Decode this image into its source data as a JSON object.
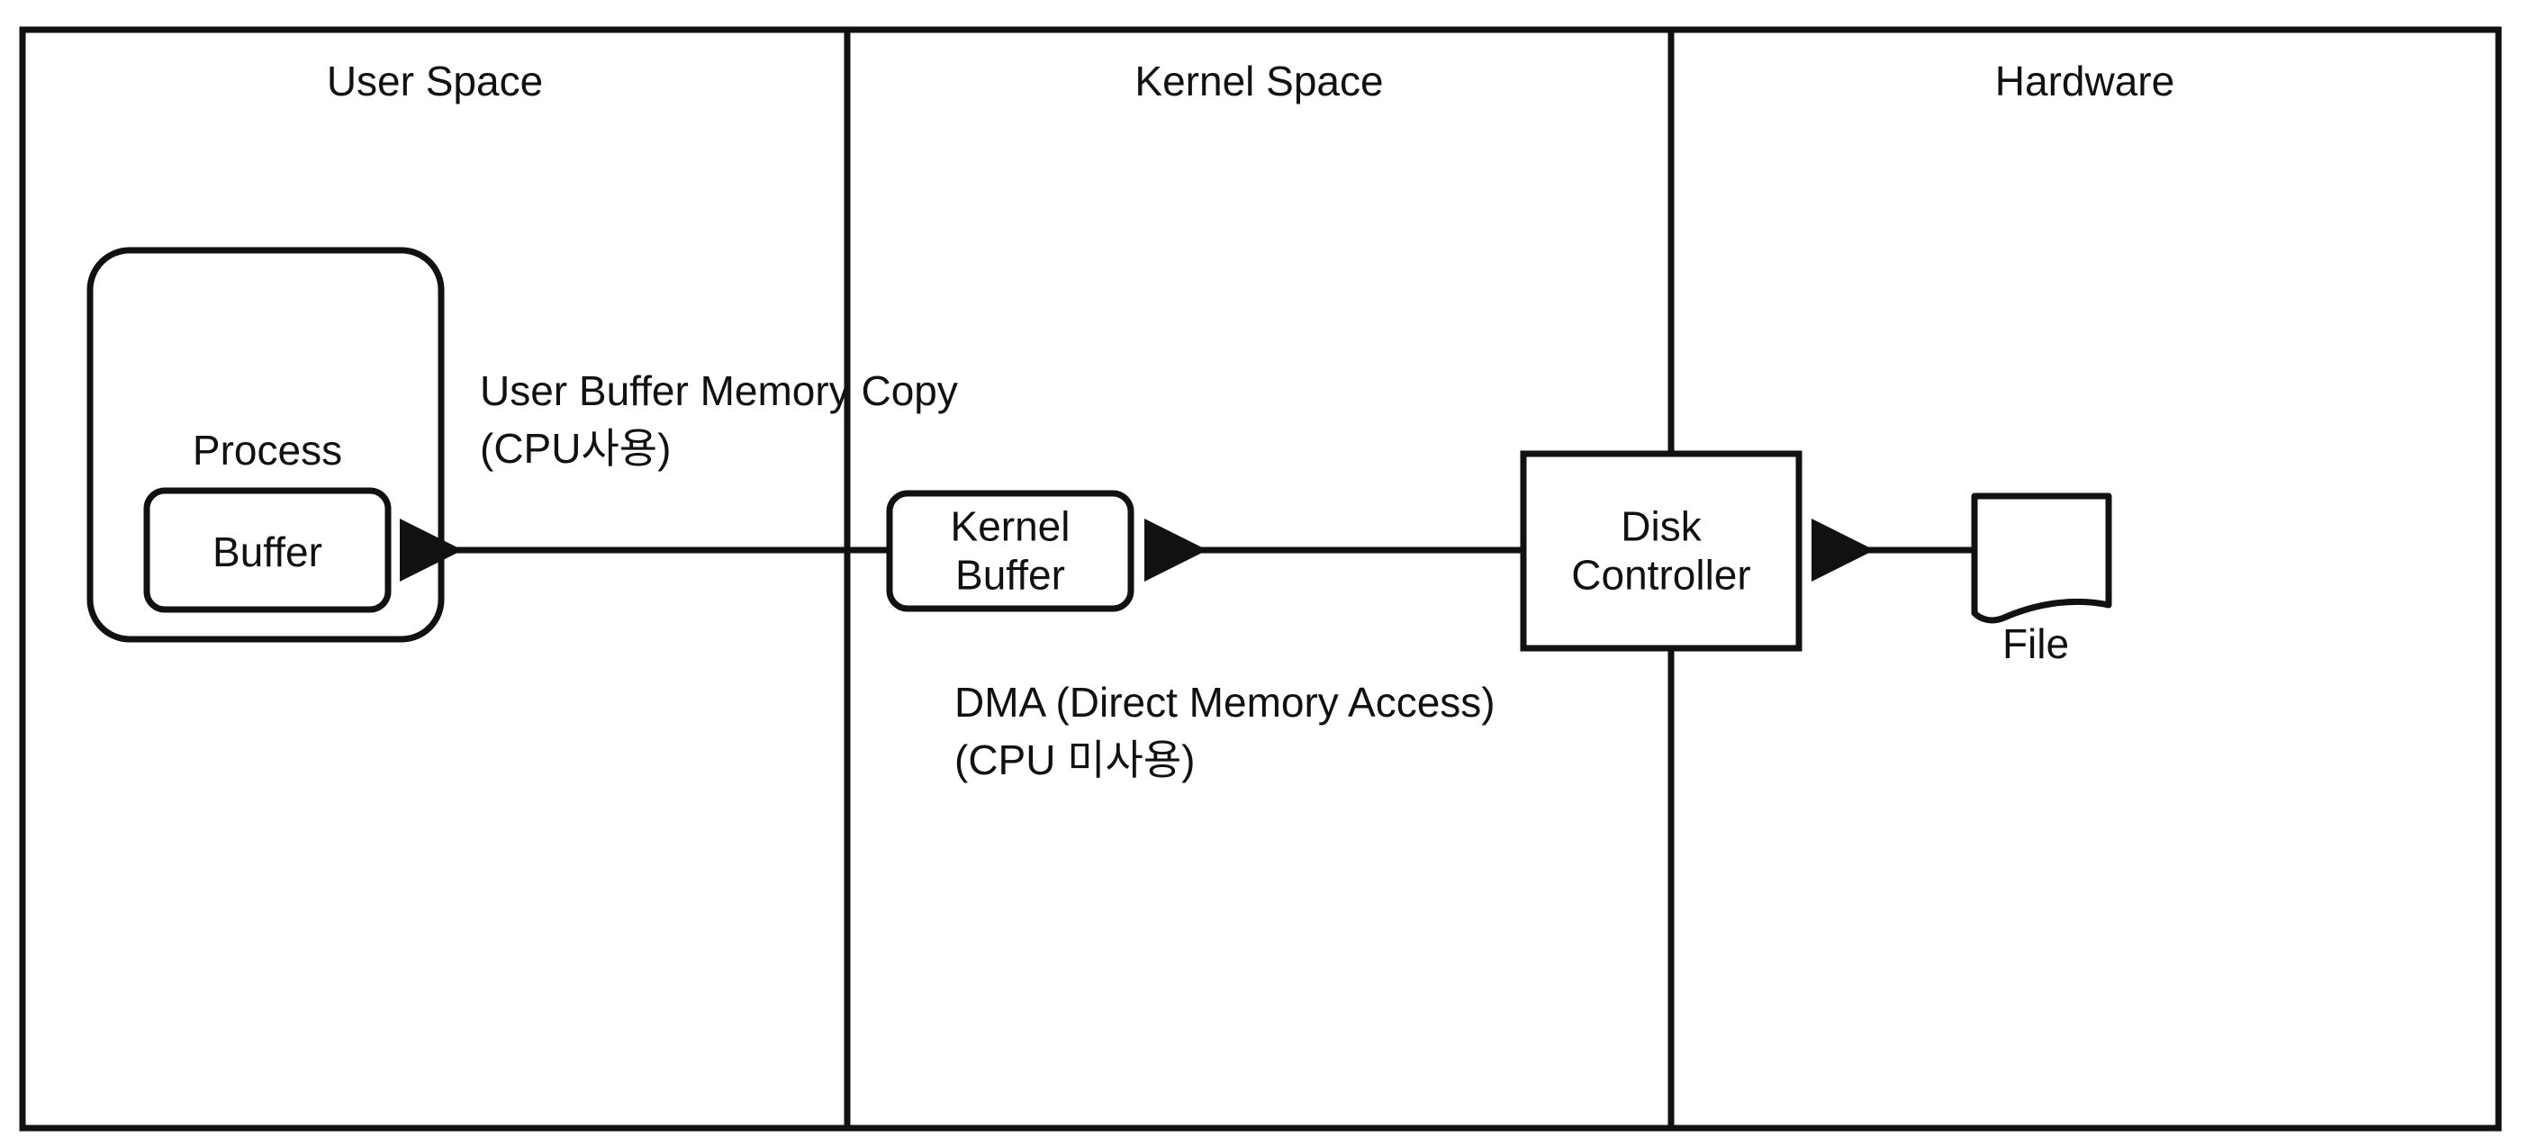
{
  "diagram": {
    "type": "layered-architecture",
    "title": "Disk read path: DMA to kernel buffer, CPU copy to user buffer",
    "colors": {
      "stroke": "#111111",
      "fill": "#ffffff",
      "text": "#111111"
    },
    "zones": [
      {
        "id": "user-space",
        "label": "User Space"
      },
      {
        "id": "kernel-space",
        "label": "Kernel Space"
      },
      {
        "id": "hardware",
        "label": "Hardware"
      }
    ],
    "nodes": [
      {
        "id": "process",
        "label": "Process",
        "shape": "rounded-rect",
        "zone": "user-space"
      },
      {
        "id": "user-buffer",
        "label": "Buffer",
        "shape": "rounded-rect",
        "zone": "user-space"
      },
      {
        "id": "kernel-buffer",
        "label_line1": "Kernel",
        "label_line2": "Buffer",
        "shape": "rounded-rect",
        "zone": "kernel-space"
      },
      {
        "id": "disk-controller",
        "label_line1": "Disk",
        "label_line2": "Controller",
        "shape": "rect",
        "zone": "kernel-space|hardware"
      },
      {
        "id": "file",
        "label": "File",
        "shape": "document",
        "zone": "hardware"
      }
    ],
    "edges": [
      {
        "id": "kernel-to-user",
        "from": "kernel-buffer",
        "to": "user-buffer",
        "direction": "left",
        "label_line1": "User Buffer Memory Copy",
        "label_line2": "(CPU사용)"
      },
      {
        "id": "controller-to-kernel",
        "from": "disk-controller",
        "to": "kernel-buffer",
        "direction": "left",
        "label_line1": "DMA (Direct Memory Access)",
        "label_line2": "(CPU 미사용)"
      },
      {
        "id": "file-to-controller",
        "from": "file",
        "to": "disk-controller",
        "direction": "left",
        "label_line1": "",
        "label_line2": ""
      }
    ]
  }
}
